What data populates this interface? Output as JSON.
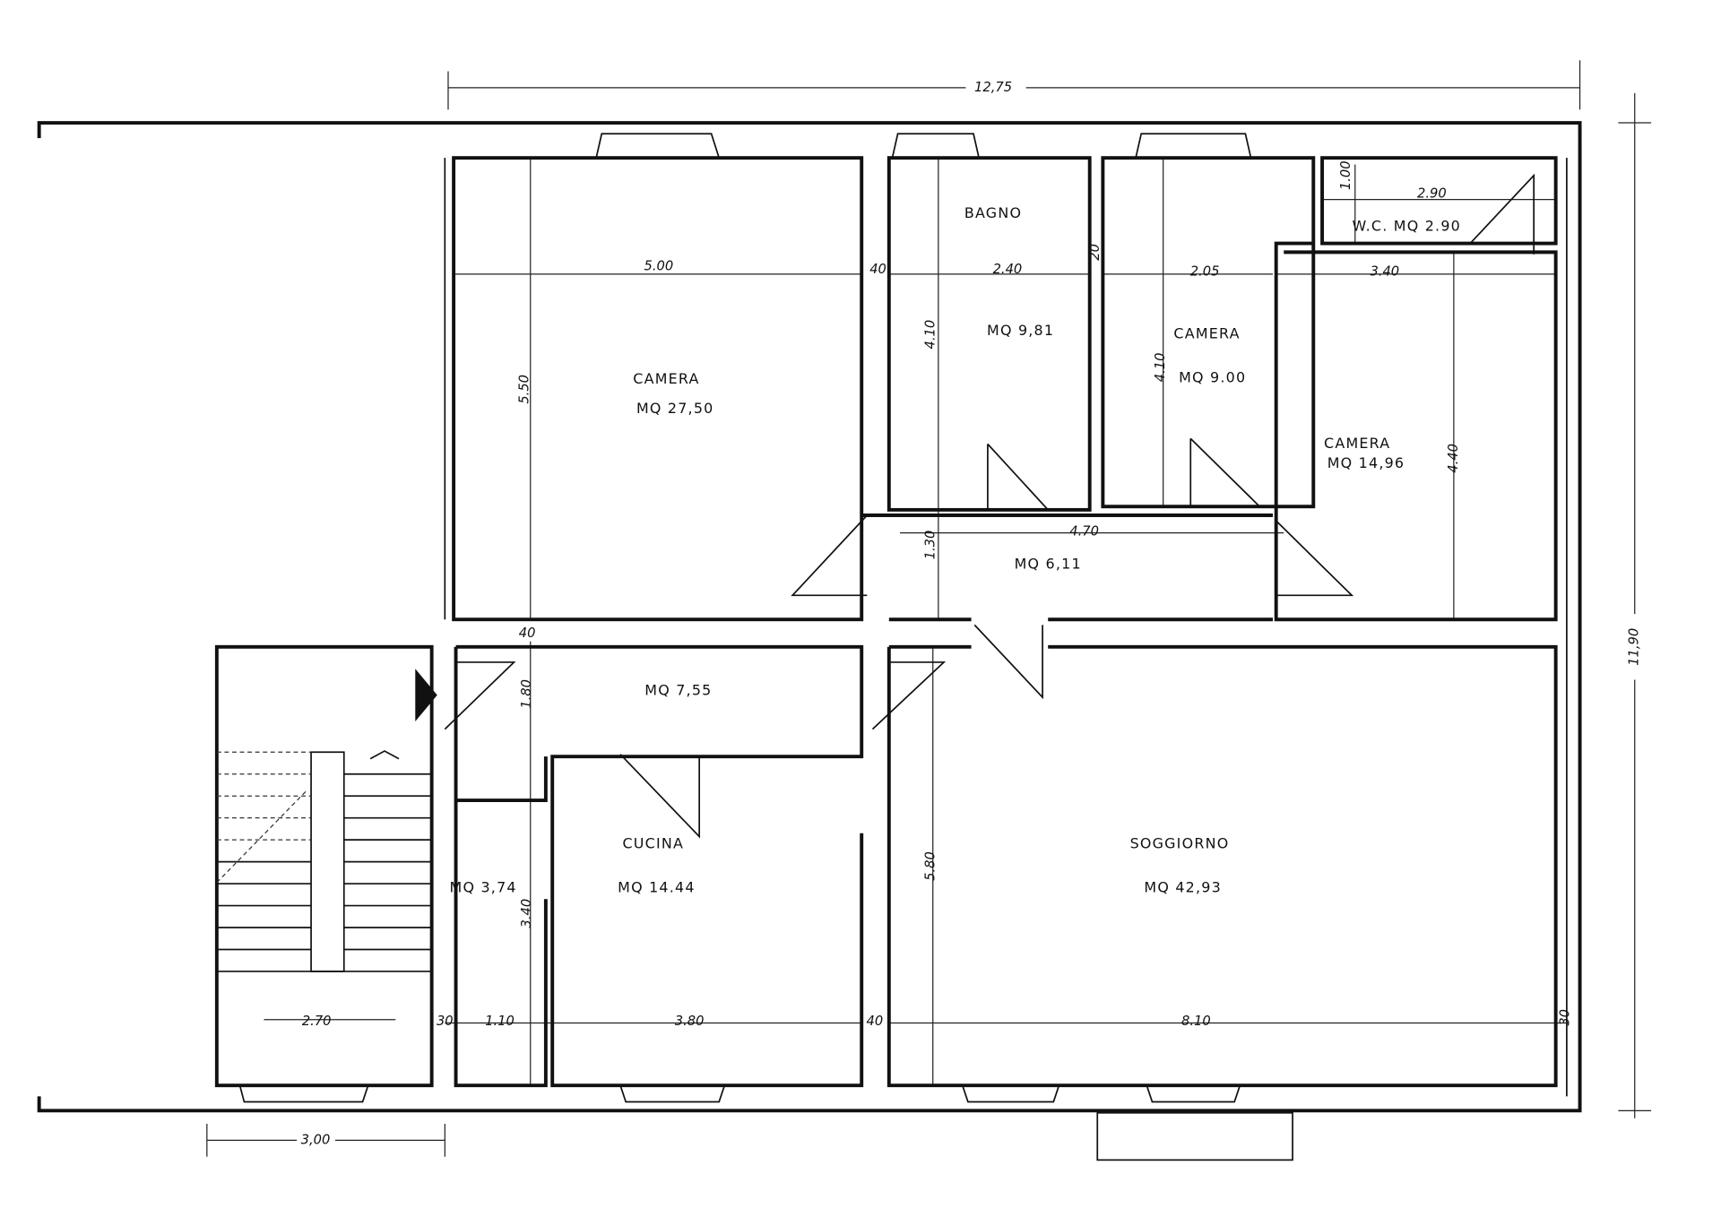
{
  "dimensions": {
    "overall_width": "12,75",
    "overall_height": "11,90",
    "balcony_left": "3,00",
    "camera1_w": "5.00",
    "camera1_h": "5.50",
    "wall_40_a": "40",
    "bagno_w": "2.40",
    "bagno_h": "4.10",
    "wall_20": "20",
    "camera2_w": "2.05",
    "camera2_h": "4.10",
    "wc_h": "1.00",
    "wc_w": "2.90",
    "camera3_w": "3.40",
    "camera3_h": "4.40",
    "corridor_w": "4.70",
    "corridor_h": "1.30",
    "wall_40_b": "40",
    "hall_h": "1.80",
    "small_h": "3.40",
    "wall_30_a": "30",
    "small_w": "1.10",
    "cucina_w": "3.80",
    "wall_40_c": "40",
    "soggiorno_w": "8.10",
    "soggiorno_h": "5.80",
    "wall_30_b": "30",
    "stair_w": "2.70"
  },
  "rooms": {
    "camera1": {
      "name": "CAMERA",
      "area": "MQ 27,50"
    },
    "bagno": {
      "name": "BAGNO",
      "area": "MQ 9,81"
    },
    "camera2": {
      "name": "CAMERA",
      "area": "MQ 9.00"
    },
    "wc": {
      "name": "W.C. MQ 2.90"
    },
    "camera3": {
      "name": "CAMERA",
      "area": "MQ 14,96"
    },
    "corridor": {
      "area": "MQ 6,11"
    },
    "hall": {
      "area": "MQ 7,55"
    },
    "cucina": {
      "name": "CUCINA",
      "area": "MQ 14.44"
    },
    "small": {
      "area": "MQ 3,74"
    },
    "soggiorno": {
      "name": "SOGGIORNO",
      "area": "MQ 42,93"
    }
  }
}
